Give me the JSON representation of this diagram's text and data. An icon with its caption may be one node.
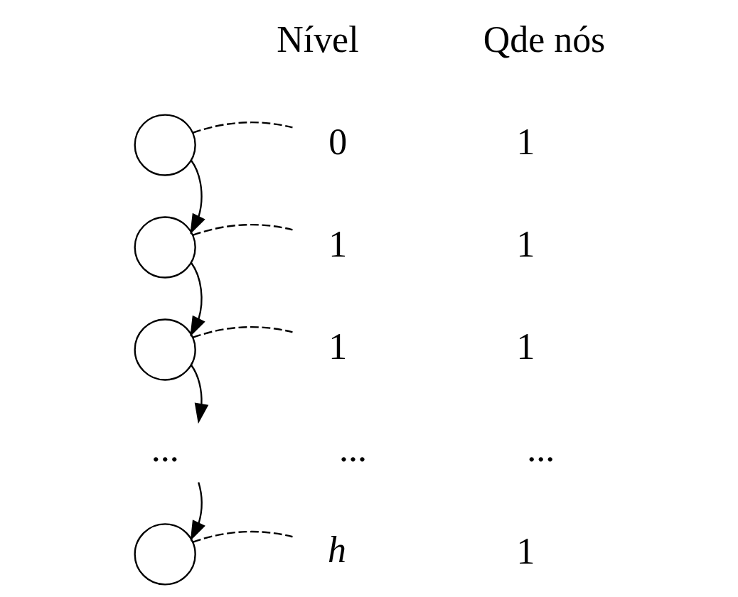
{
  "diagram": {
    "nodes": [
      {
        "text": [],
        "shape": "circle"
      },
      {
        "text": [],
        "shape": "circle"
      },
      {
        "text": [],
        "shape": "circle"
      },
      {
        "text": [
          "..."
        ]
      },
      {
        "text": [],
        "shape": "circle"
      },
      {
        "text": [
          "0"
        ]
      },
      {
        "text": [
          "1"
        ]
      },
      {
        "text": [
          "1"
        ]
      },
      {
        "text": [
          "h"
        ]
      }
    ],
    "edges": [
      {
        "from": 0,
        "to": 1,
        "arrow": "to"
      },
      {
        "from": 1,
        "to": 2,
        "arrow": "to"
      },
      {
        "from": 2,
        "to": 3,
        "arrow": "to"
      },
      {
        "from": 3,
        "to": 4,
        "arrow": "to"
      },
      {
        "from": 0,
        "to": 5,
        "arrow": "none",
        "style": "dashed"
      },
      {
        "from": 1,
        "to": 6,
        "arrow": "none",
        "style": "dashed"
      },
      {
        "from": 2,
        "to": 7,
        "arrow": "none",
        "style": "dashed"
      },
      {
        "from": 4,
        "to": 8,
        "arrow": "none",
        "style": "dashed"
      }
    ],
    "labels": [
      "Nível",
      "Qde nós",
      "1",
      "1",
      "1",
      "...",
      "...",
      "1"
    ]
  }
}
